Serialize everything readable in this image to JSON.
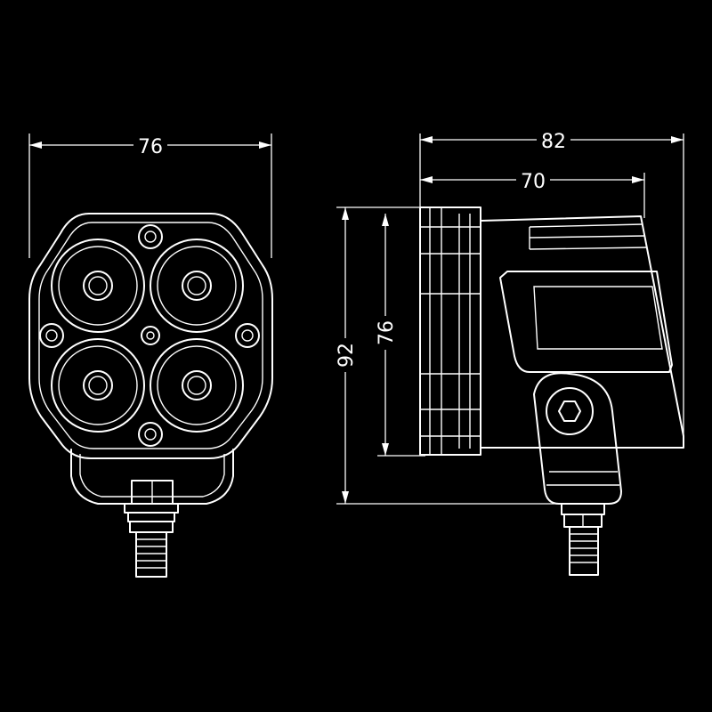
{
  "colors": {
    "background": "#000000",
    "line": "#ffffff"
  },
  "front_view": {
    "width_label": "76"
  },
  "side_view": {
    "depth_total_label": "82",
    "depth_housing_label": "70",
    "height_total_label": "92",
    "height_housing_label": "76"
  }
}
